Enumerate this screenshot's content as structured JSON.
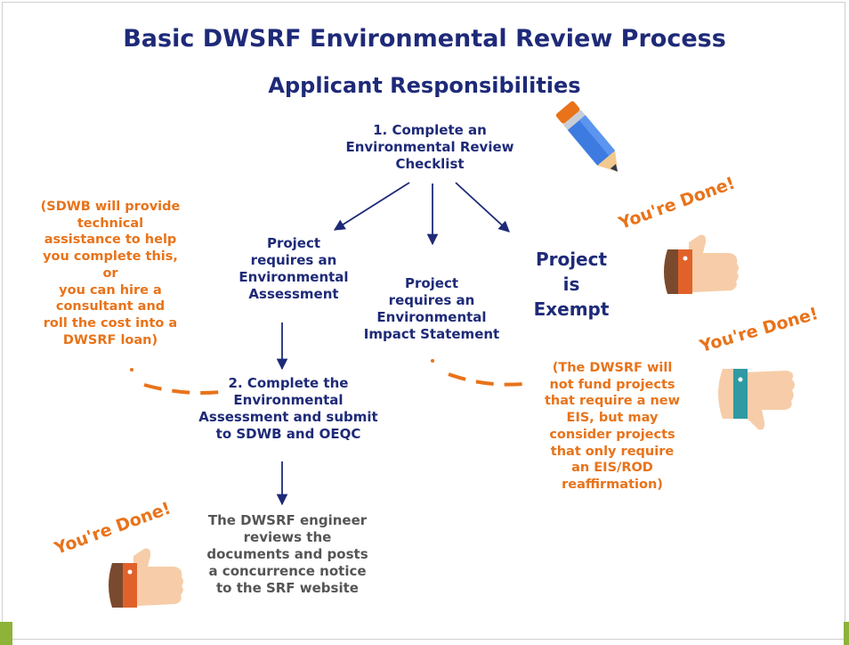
{
  "title": "Basic DWSRF Environmental Review Process",
  "subtitle": "Applicant Responsibilities",
  "step1": "1. Complete an\nEnvironmental Review\nChecklist",
  "options": {
    "ea": "Project\nrequires an\nEnvironmental\nAssessment",
    "eis": "Project\nrequires an\nEnvironmental\nImpact Statement",
    "exempt": "Project\nis\nExempt"
  },
  "step2": "2. Complete the\nEnvironmental\nAssessment and submit\nto SDWB and OEQC",
  "engineer_note": "The DWSRF engineer\nreviews the\ndocuments and posts\na concurrence notice\nto the SRF website",
  "sdwb_note": "(SDWB will provide\ntechnical\nassistance to help\nyou complete this,\nor\nyou can hire a\nconsultant and\nroll the cost into a\nDWSRF loan)",
  "eis_note": "(The DWSRF will\nnot fund projects\nthat require a new\nEIS, but may\nconsider projects\nthat only require\nan EIS/ROD\nreaffirmation)",
  "done_label": "You're Done!",
  "colors": {
    "navy": "#1e2a78",
    "orange": "#e8731a",
    "gray": "#555555",
    "accent_green": "#8db33a",
    "thumb_skin": "#f6cda8",
    "thumb_cuff_orange": "#e0622a",
    "thumb_cuff_teal": "#2f9aa3",
    "thumb_sleeve": "#7a4a2e"
  },
  "icons": [
    "pencil-icon",
    "thumbs-up-icon",
    "thumbs-down-icon"
  ]
}
